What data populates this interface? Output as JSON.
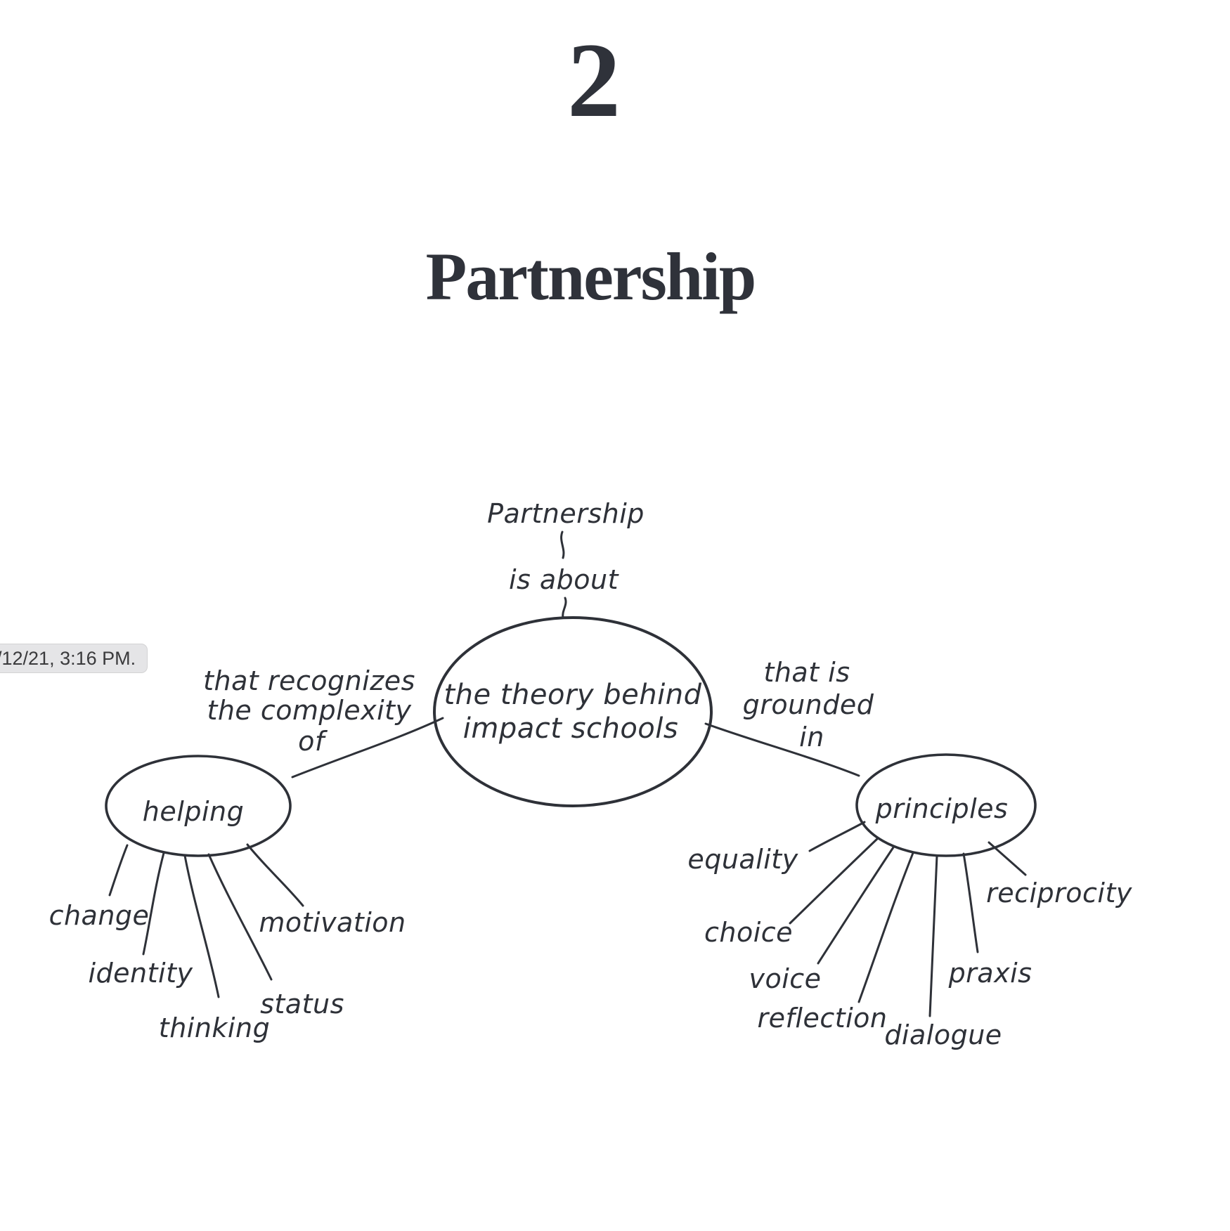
{
  "header": {
    "chapter_number": "2",
    "chapter_title": "Partnership"
  },
  "tooltip": {
    "timestamp": "/12/21, 3:16 PM."
  },
  "colors": {
    "ink": "#2e3138",
    "header_text": "#2f323a",
    "tooltip_bg": "#e5e5e7",
    "tooltip_text": "#3a3a3c",
    "page_bg": "#ffffff"
  },
  "diagram": {
    "root": {
      "label": "Partnership",
      "edge_label": "is about"
    },
    "center": {
      "line1": "the theory behind",
      "line2": "impact schools"
    },
    "left_branch": {
      "edge_label_lines": [
        "that recognizes",
        "the complexity",
        "of"
      ],
      "node": "helping",
      "children": [
        "change",
        "identity",
        "thinking",
        "status",
        "motivation"
      ]
    },
    "right_branch": {
      "edge_label_lines": [
        "that is",
        "grounded",
        "in"
      ],
      "node": "principles",
      "children": [
        "equality",
        "choice",
        "voice",
        "reflection",
        "dialogue",
        "praxis",
        "reciprocity"
      ]
    }
  }
}
